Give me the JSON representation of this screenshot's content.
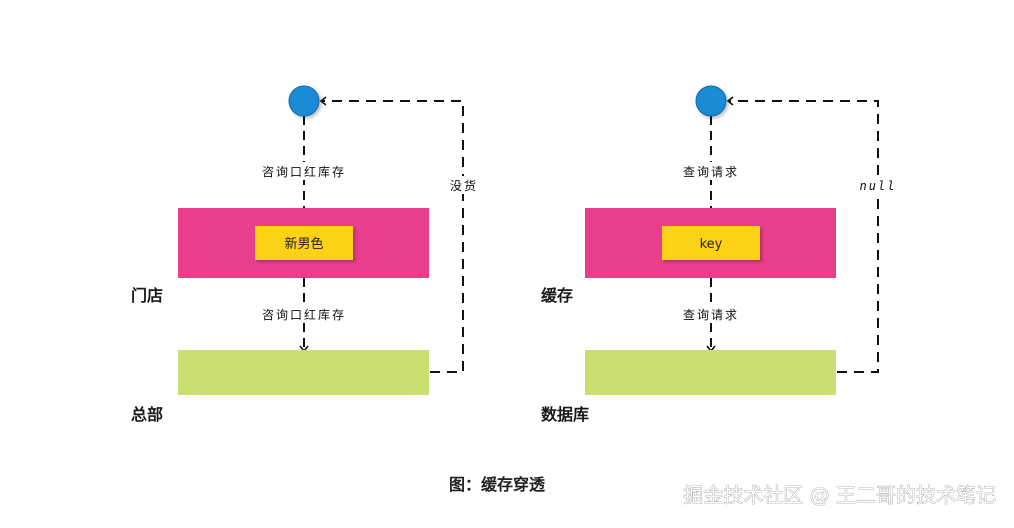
{
  "colors": {
    "cache_layer": "#e83e8c",
    "backend_layer": "#c9df6f",
    "key_box": "#fcd116",
    "request_node": "#1a8ad4",
    "line": "#111111"
  },
  "left": {
    "cache_label": "门店",
    "backend_label": "总部",
    "key_label": "新男色",
    "edge_top_label": "咨询口红库存",
    "edge_mid_label": "咨询口红库存",
    "edge_return_label": "没货"
  },
  "right": {
    "cache_label": "缓存",
    "backend_label": "数据库",
    "key_label": "key",
    "edge_top_label": "查询请求",
    "edge_mid_label": "查询请求",
    "edge_return_label": "null"
  },
  "caption": "图：缓存穿透",
  "watermark": "掘金技术社区 @ 王二哥的技术笔记"
}
